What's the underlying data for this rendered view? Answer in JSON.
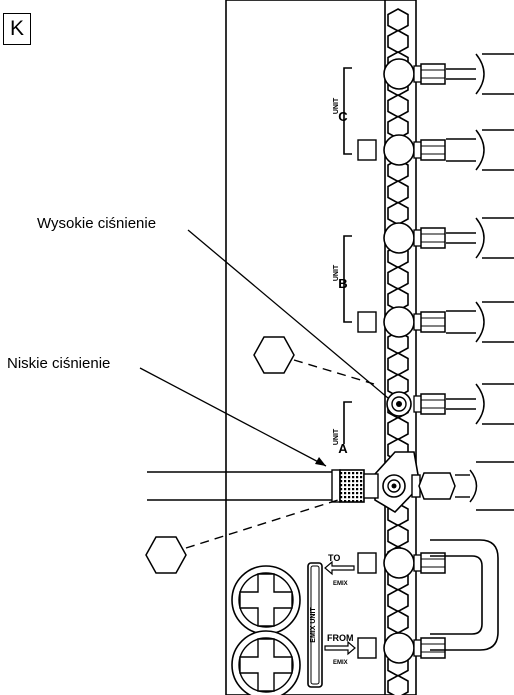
{
  "figure_letter": "K",
  "labels": {
    "high_pressure": "Wysokie ciśnienie",
    "low_pressure": "Niskie ciśnienie"
  },
  "units": [
    {
      "word": "UNIT",
      "letter": "C"
    },
    {
      "word": "UNIT",
      "letter": "B"
    },
    {
      "word": "UNIT",
      "letter": "A"
    }
  ],
  "ports": {
    "to_word": "TO",
    "from_word": "FROM",
    "to_sub": "EMIX",
    "from_sub": "EMIX",
    "panel_text": "EMIX UNIT"
  },
  "icons": [
    "hex-cap-icon",
    "valve-icon",
    "flare-nut-icon",
    "port-plug-icon",
    "arrow-left-icon",
    "arrow-right-icon"
  ]
}
